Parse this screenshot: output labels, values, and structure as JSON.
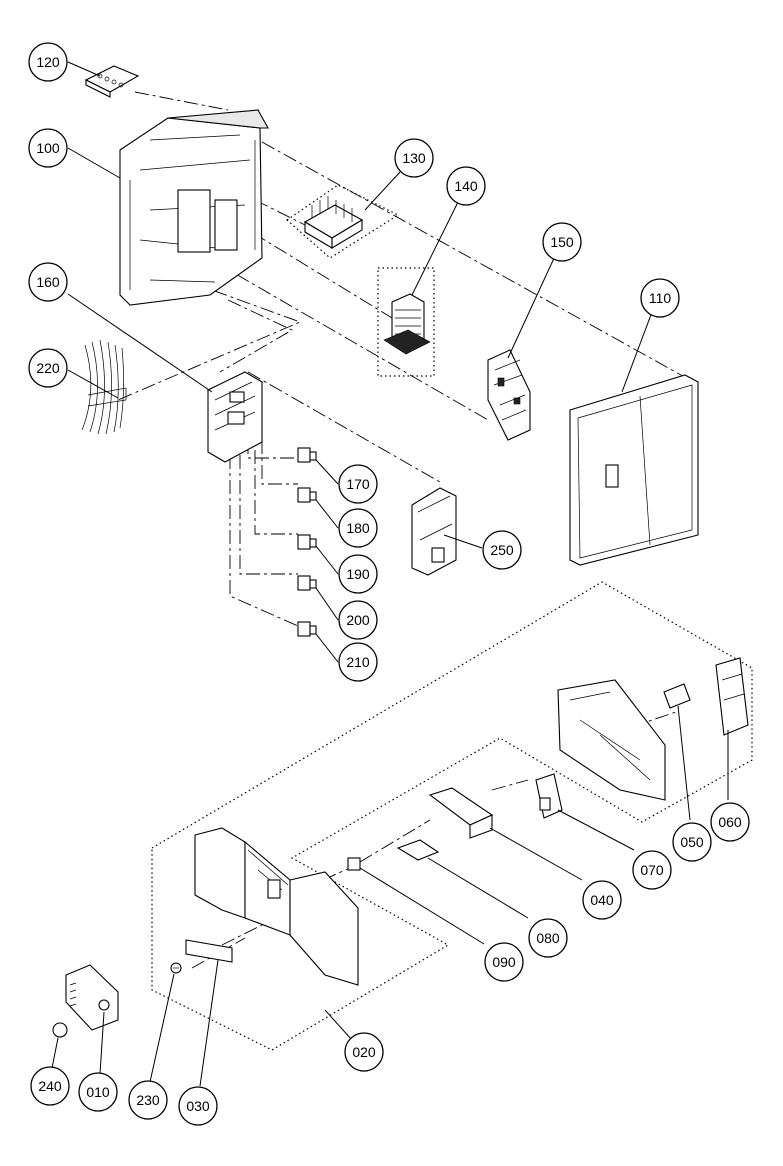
{
  "diagram": {
    "callouts": [
      "120",
      "100",
      "130",
      "140",
      "150",
      "110",
      "160",
      "220",
      "170",
      "180",
      "190",
      "250",
      "200",
      "210",
      "050",
      "060",
      "070",
      "040",
      "080",
      "090",
      "020",
      "030",
      "230",
      "010",
      "240"
    ]
  }
}
